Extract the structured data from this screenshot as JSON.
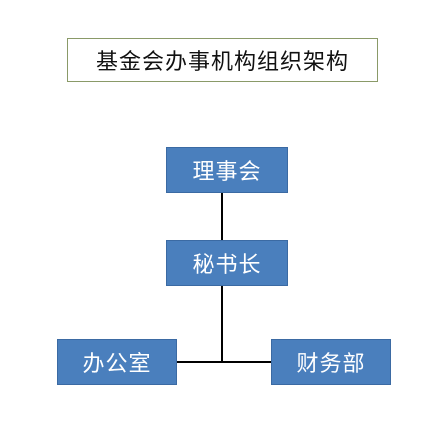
{
  "title": "基金会办事机构组织架构",
  "nodes": {
    "board": "理事会",
    "secretary_general": "秘书长",
    "office": "办公室",
    "finance": "财务部"
  },
  "colors": {
    "node_fill": "#4a7fbd",
    "node_text": "#ffffff",
    "title_border": "#8a9a68",
    "connector": "#000000"
  }
}
